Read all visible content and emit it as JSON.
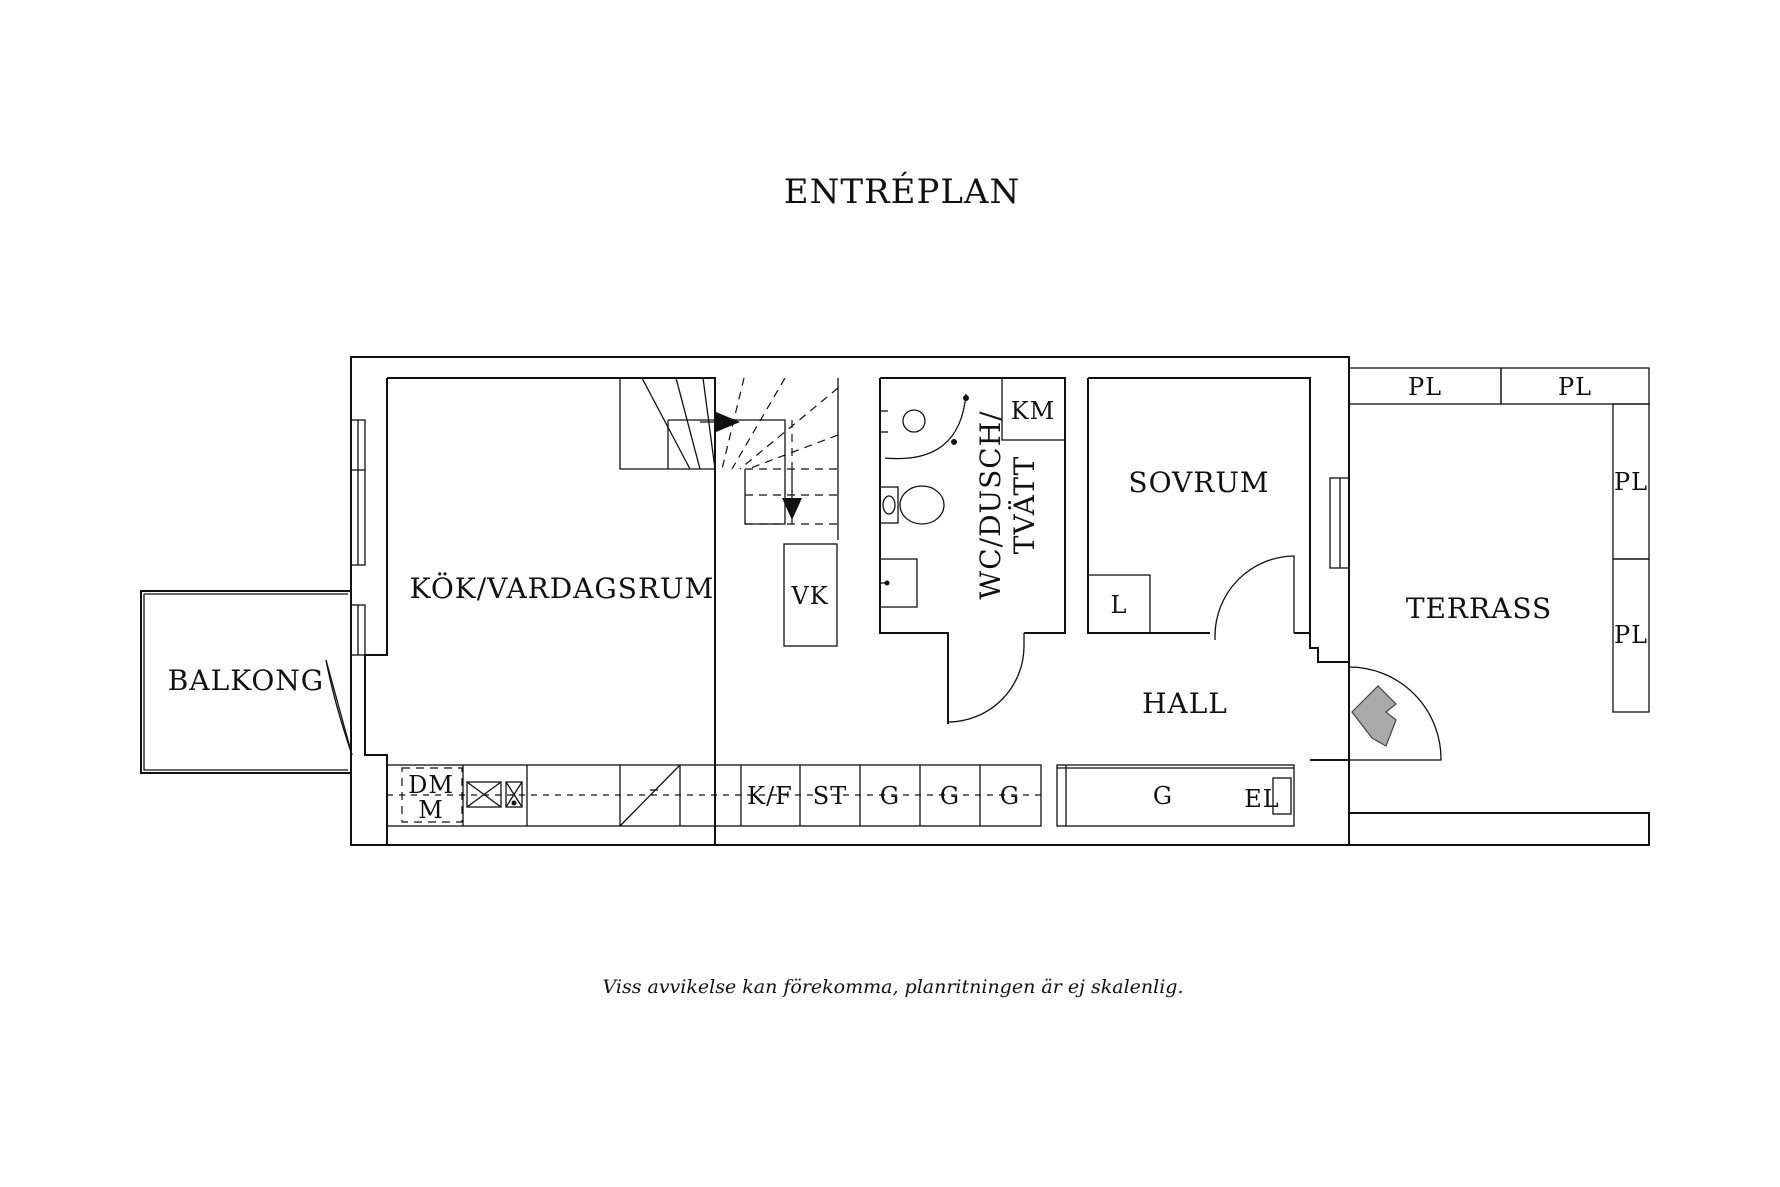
{
  "title": "ENTRÉPLAN",
  "footnote": "Viss avvikelse kan förekomma, planritningen är ej skalenlig.",
  "rooms": {
    "kitchen_living": "KÖK/VARDAGSRUM",
    "balcony": "BALKONG",
    "bathroom_line1": "WC/DUSCH/",
    "bathroom_line2": "TVÄTT",
    "bedroom": "SOVRUM",
    "hall": "HALL",
    "terrace": "TERRASS"
  },
  "fixtures": {
    "km": "KM",
    "vk": "VK",
    "l": "L",
    "dm": "DM",
    "m": "M",
    "kf": "K/F",
    "st": "ST",
    "g": "G",
    "el": "EL",
    "pl": "PL"
  },
  "icons": [
    "stair-arrow-icon",
    "entrance-arrow-icon",
    "stove-icon",
    "sink-icon",
    "toilet-icon",
    "washbasin-icon",
    "shower-icon"
  ]
}
